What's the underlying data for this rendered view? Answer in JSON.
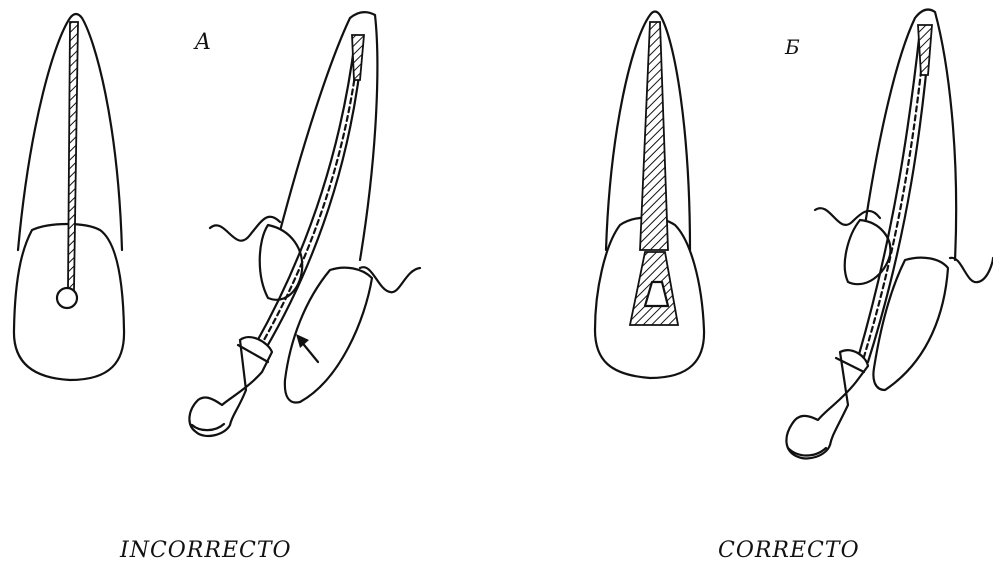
{
  "figure": {
    "panel_a": {
      "label": "A",
      "caption": "INCORRECTO"
    },
    "panel_b": {
      "label": "Б",
      "caption": "CORRECTO"
    }
  },
  "colors": {
    "ink": "#111111",
    "paper": "#ffffff"
  },
  "icons": [
    "arrow-icon"
  ]
}
